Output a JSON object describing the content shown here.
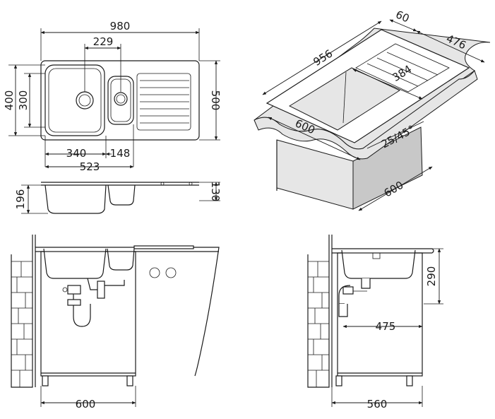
{
  "top_view": {
    "overall_width": "980",
    "bowl_centers": "229",
    "overall_height": "400",
    "bowl_height": "300",
    "depth": "500",
    "main_bowl_width": "340",
    "second_bowl_width": "148",
    "bowls_total": "523"
  },
  "side_view": {
    "bowl_depth": "196",
    "small_depth": "130"
  },
  "iso_view": {
    "length": "956",
    "edge": "60",
    "width": "476",
    "bowl": "384",
    "cabinet_front": "600",
    "angle": "25/45°",
    "cabinet_side": "600"
  },
  "front_install": {
    "cabinet_width": "600"
  },
  "side_install": {
    "height": "290",
    "drain_distance": "475",
    "cabinet_depth": "560"
  }
}
